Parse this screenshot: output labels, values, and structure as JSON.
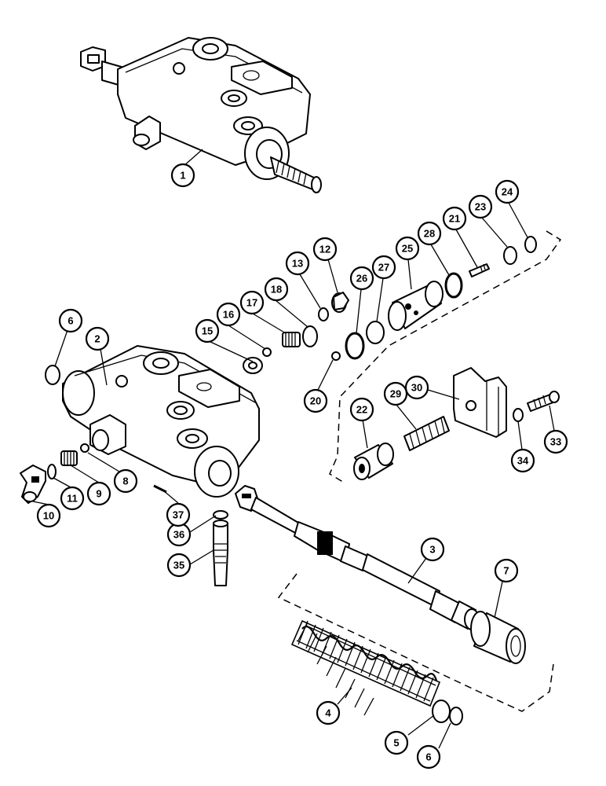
{
  "callouts": [
    {
      "id": "c1",
      "label": "1"
    },
    {
      "id": "c2",
      "label": "2"
    },
    {
      "id": "c3",
      "label": "3"
    },
    {
      "id": "c4",
      "label": "4"
    },
    {
      "id": "c5",
      "label": "5"
    },
    {
      "id": "c6a",
      "label": "6"
    },
    {
      "id": "c6b",
      "label": "6"
    },
    {
      "id": "c7",
      "label": "7"
    },
    {
      "id": "c8",
      "label": "8"
    },
    {
      "id": "c9",
      "label": "9"
    },
    {
      "id": "c10",
      "label": "10"
    },
    {
      "id": "c11",
      "label": "11"
    },
    {
      "id": "c12",
      "label": "12"
    },
    {
      "id": "c13",
      "label": "13"
    },
    {
      "id": "c15",
      "label": "15"
    },
    {
      "id": "c16",
      "label": "16"
    },
    {
      "id": "c17",
      "label": "17"
    },
    {
      "id": "c18",
      "label": "18"
    },
    {
      "id": "c20",
      "label": "20"
    },
    {
      "id": "c21",
      "label": "21"
    },
    {
      "id": "c22",
      "label": "22"
    },
    {
      "id": "c23",
      "label": "23"
    },
    {
      "id": "c24",
      "label": "24"
    },
    {
      "id": "c25",
      "label": "25"
    },
    {
      "id": "c26",
      "label": "26"
    },
    {
      "id": "c27",
      "label": "27"
    },
    {
      "id": "c28",
      "label": "28"
    },
    {
      "id": "c29",
      "label": "29"
    },
    {
      "id": "c30",
      "label": "30"
    },
    {
      "id": "c33",
      "label": "33"
    },
    {
      "id": "c34",
      "label": "34"
    },
    {
      "id": "c35",
      "label": "35"
    },
    {
      "id": "c36",
      "label": "36"
    },
    {
      "id": "c37",
      "label": "37"
    }
  ]
}
